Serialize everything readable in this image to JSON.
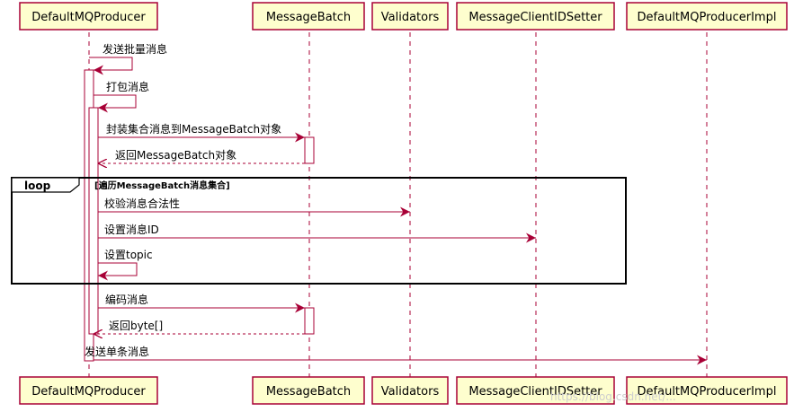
{
  "participants": [
    {
      "id": "p1",
      "label": "DefaultMQProducer"
    },
    {
      "id": "p2",
      "label": "MessageBatch"
    },
    {
      "id": "p3",
      "label": "Validators"
    },
    {
      "id": "p4",
      "label": "MessageClientIDSetter"
    },
    {
      "id": "p5",
      "label": "DefaultMQProducerImpl"
    }
  ],
  "messages": [
    {
      "id": "m1",
      "from": "p1",
      "to": "p1",
      "text": "发送批量消息",
      "style": "solid"
    },
    {
      "id": "m2",
      "from": "p1",
      "to": "p1",
      "text": "打包消息",
      "style": "solid"
    },
    {
      "id": "m3",
      "from": "p1",
      "to": "p2",
      "text": "封装集合消息到MessageBatch对象",
      "style": "solid"
    },
    {
      "id": "m4",
      "from": "p2",
      "to": "p1",
      "text": "返回MessageBatch对象",
      "style": "dashed"
    },
    {
      "id": "m5",
      "from": "p1",
      "to": "p3",
      "text": "校验消息合法性",
      "style": "solid"
    },
    {
      "id": "m6",
      "from": "p1",
      "to": "p4",
      "text": "设置消息ID",
      "style": "solid"
    },
    {
      "id": "m7",
      "from": "p1",
      "to": "p1",
      "text": "设置topic",
      "style": "solid"
    },
    {
      "id": "m8",
      "from": "p1",
      "to": "p2",
      "text": "编码消息",
      "style": "solid"
    },
    {
      "id": "m9",
      "from": "p2",
      "to": "p1",
      "text": "返回byte[]",
      "style": "dashed"
    },
    {
      "id": "m10",
      "from": "p1",
      "to": "p5",
      "text": "发送单条消息",
      "style": "solid"
    }
  ],
  "loop": {
    "keyword": "loop",
    "guard": "[遍历MessageBatch消息集合]"
  },
  "watermark": "https://blog.csdn.net/...",
  "colors": {
    "participant_fill": "#FEFECE",
    "participant_border": "#A80036",
    "arrow": "#A80036",
    "activation_fill": "#FFFFFF"
  }
}
